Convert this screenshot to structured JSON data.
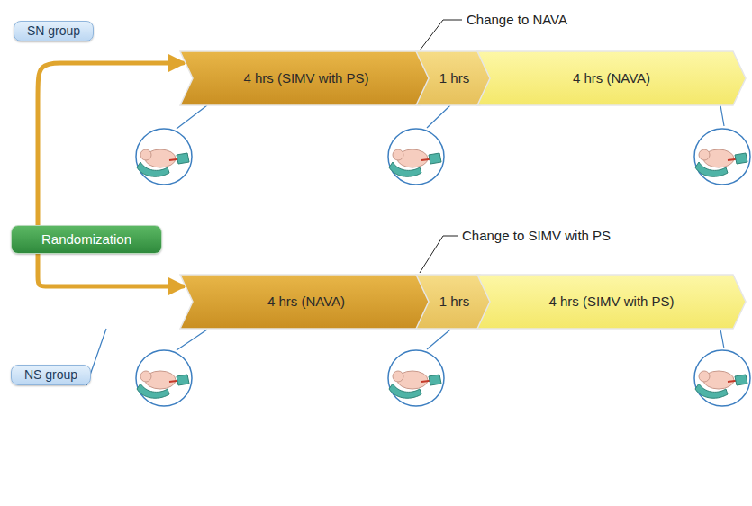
{
  "diagram": {
    "nodes": [
      {
        "text": [
          "SN group"
        ]
      },
      {
        "text": [
          "4 hrs (SIMV with PS)"
        ]
      },
      {
        "text": [
          "1 hrs"
        ]
      },
      {
        "text": [
          "4 hrs (NAVA)"
        ]
      },
      {
        "text": [
          "Randomization"
        ]
      },
      {
        "text": [
          "NS group"
        ]
      },
      {
        "text": [
          "4 hrs (NAVA)"
        ]
      },
      {
        "text": [
          "1 hrs"
        ]
      },
      {
        "text": [
          "4 hrs (SIMV with PS)"
        ]
      }
    ],
    "edges": [
      {
        "from": 4,
        "to": 1,
        "arrow": "to"
      },
      {
        "from": 4,
        "to": 6,
        "arrow": "to"
      }
    ],
    "labels": [
      "Change to NAVA",
      "Change to SIMV with PS"
    ]
  }
}
